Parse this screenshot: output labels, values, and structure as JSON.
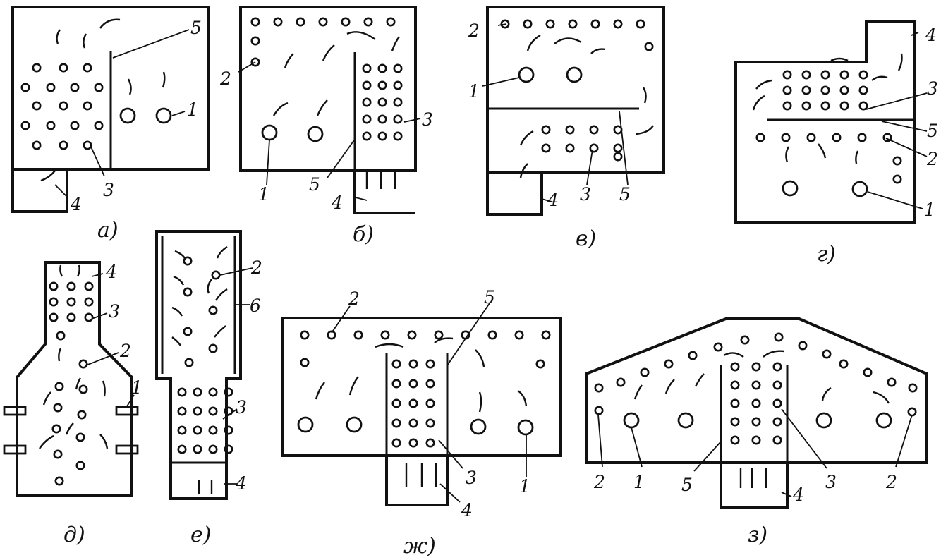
{
  "colors": {
    "ink": "#111111",
    "paper": "#ffffff"
  },
  "diagrams": [
    {
      "id": "a",
      "caption": "а)",
      "labels": [
        "5",
        "1",
        "3",
        "4"
      ]
    },
    {
      "id": "b",
      "caption": "б)",
      "labels": [
        "2",
        "3",
        "1",
        "5",
        "4"
      ]
    },
    {
      "id": "v",
      "caption": "в)",
      "labels": [
        "2",
        "1",
        "4",
        "3",
        "5"
      ]
    },
    {
      "id": "g",
      "caption": "г)",
      "labels": [
        "4",
        "3",
        "5",
        "2",
        "1"
      ]
    },
    {
      "id": "d",
      "caption": "д)",
      "labels": [
        "4",
        "3",
        "2",
        "1"
      ]
    },
    {
      "id": "e",
      "caption": "е)",
      "labels": [
        "2",
        "6",
        "3",
        "4"
      ]
    },
    {
      "id": "zh",
      "caption": "ж)",
      "labels": [
        "2",
        "5",
        "3",
        "1",
        "4"
      ]
    },
    {
      "id": "z",
      "caption": "з)",
      "labels": [
        "2",
        "1",
        "5",
        "3",
        "2",
        "4"
      ]
    }
  ]
}
